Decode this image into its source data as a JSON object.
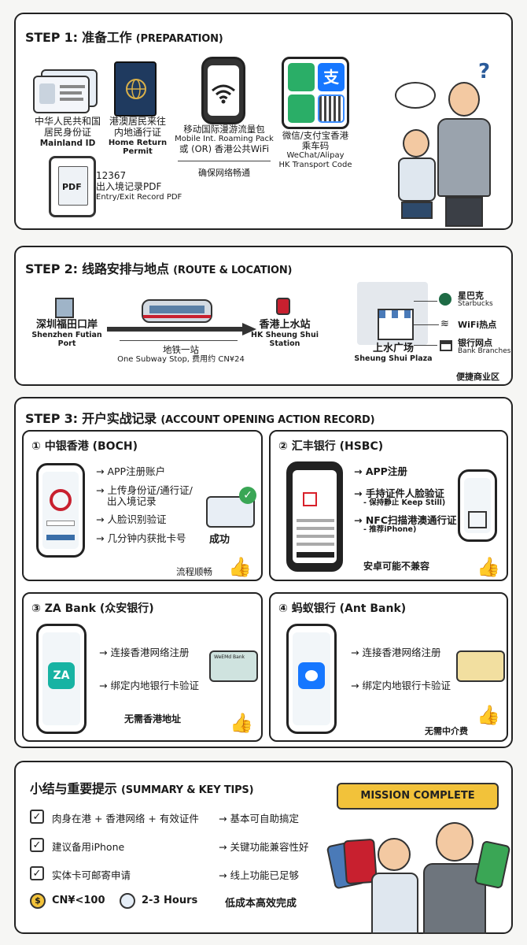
{
  "step1": {
    "title": "STEP 1: 准备工作",
    "title_en": "(PREPARATION)",
    "id_card": {
      "zh1": "中华人民共和国",
      "zh2": "居民身份证",
      "en": "Mainland ID"
    },
    "permit": {
      "zh1": "港澳居民来往",
      "zh2": "内地通行证",
      "en": "Home Return Permit"
    },
    "roaming": {
      "zh": "移动国际漫游流量包",
      "en": "Mobile Int. Roaming Pack",
      "or": "或 (OR) 香港公共WiFi",
      "note": "确保网络畅通"
    },
    "wallet": {
      "zh1": "微信/支付宝香港",
      "zh2": "乘车码",
      "en1": "WeChat/Alipay",
      "en2": "HK Transport Code"
    },
    "pdf": {
      "icon": "PDF",
      "num": "12367",
      "zh": "出入境记录PDF",
      "en": "Entry/Exit Record PDF"
    }
  },
  "step2": {
    "title": "STEP 2: 线路安排与地点",
    "title_en": "(ROUTE & LOCATION)",
    "from": {
      "zh": "深圳福田口岸",
      "en": "Shenzhen Futian Port"
    },
    "to": {
      "zh": "香港上水站",
      "en": "HK Sheung Shui Station"
    },
    "route": {
      "zh": "地铁一站",
      "en": "One Subway Stop, 费用约 CN¥24"
    },
    "plaza": {
      "zh": "上水广场",
      "en": "Sheung Shui Plaza"
    },
    "amenities": [
      {
        "zh": "星巴克",
        "en": "Starbucks"
      },
      {
        "zh": "WiFi热点",
        "en": ""
      },
      {
        "zh": "银行网点",
        "en": "Bank Branches"
      }
    ],
    "note": "便捷商业区"
  },
  "step3": {
    "title": "STEP 3: 开户实战记录",
    "title_en": "(ACCOUNT OPENING ACTION RECORD)",
    "boch": {
      "title": "① 中银香港 (BOCH)",
      "steps": [
        "→ APP注册账户",
        "→ 上传身份证/通行证/",
        "出入境记录",
        "→ 人脸识别验证",
        "→ 几分钟内获批卡号"
      ],
      "success": "成功",
      "note": "流程顺畅"
    },
    "hsbc": {
      "title": "② 汇丰银行 (HSBC)",
      "steps": [
        "→ APP注册",
        "→ 手持证件人脸验证",
        "- 保持静止 Keep Still)",
        "→ NFC扫描港澳通行证",
        "- 推荐iPhone)"
      ],
      "note": "安卓可能不兼容"
    },
    "za": {
      "title": "③ ZA Bank (众安银行)",
      "logo": "ZA",
      "card_label": "WeEMd Bank",
      "steps": [
        "→ 连接香港网络注册",
        "→ 绑定内地银行卡验证"
      ],
      "note": "无需香港地址"
    },
    "ant": {
      "title": "④ 蚂蚁银行 (Ant Bank)",
      "steps": [
        "→ 连接香港网络注册",
        "→ 绑定内地银行卡验证"
      ],
      "note": "无需中介费"
    }
  },
  "summary": {
    "title": "小结与重要提示",
    "title_en": "(SUMMARY & KEY TIPS)",
    "items": [
      {
        "left": "肉身在港 + 香港网络 + 有效证件",
        "right": "→ 基本可自助搞定"
      },
      {
        "left": "建议备用iPhone",
        "right": "→ 关键功能兼容性好"
      },
      {
        "left": "实体卡可邮寄申请",
        "right": "→ 线上功能已足够"
      }
    ],
    "cost": "CN¥<100",
    "time": "2-3 Hours",
    "verdict": "低成本高效完成",
    "banner": "MISSION COMPLETE"
  },
  "colors": {
    "boch_red": "#c8202f",
    "hsbc_red": "#d8202a",
    "za_teal": "#17b3a3",
    "ant_blue": "#1677ff",
    "wechat_green": "#2aae67",
    "alipay_blue": "#1677ff",
    "gold": "#f2c23a",
    "success_green": "#3aa655"
  }
}
